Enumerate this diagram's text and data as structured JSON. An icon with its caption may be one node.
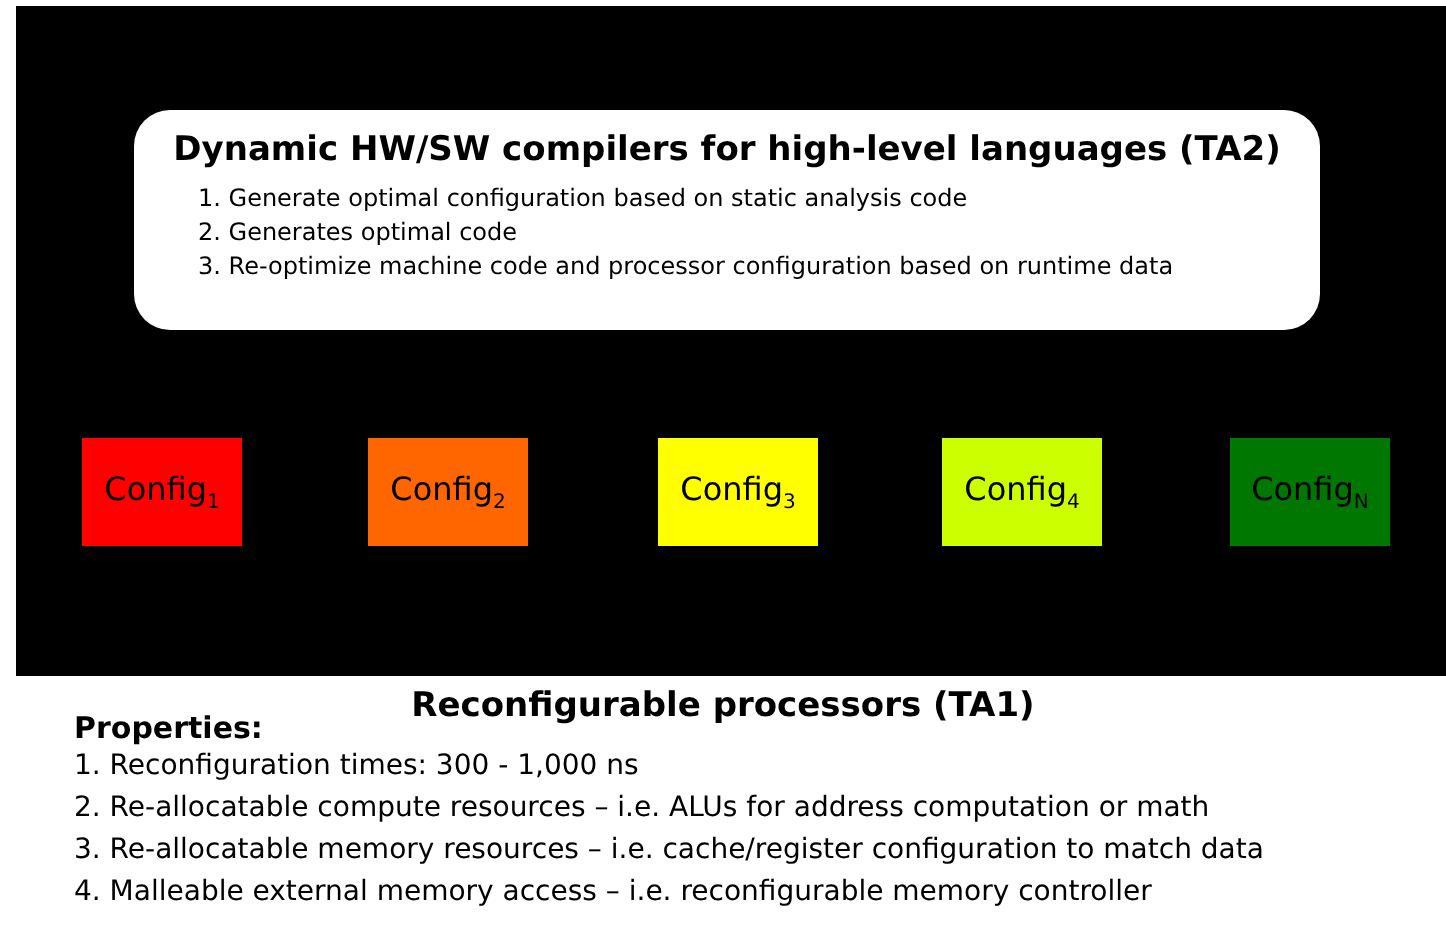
{
  "diagram": {
    "nodes": [
      {
        "text": [
          "Dynamic HW/SW compilers for high-level languages (TA2)",
          "1. Generate optimal configuration based on static analysis code",
          "2. Generates optimal code",
          "3. Re-optimize machine code and processor configuration based on runtime data"
        ]
      },
      {
        "text": [
          "Config$_{1}$"
        ]
      },
      {
        "text": [
          "Config$_{2}$"
        ]
      },
      {
        "text": [
          "Config$_{3}$"
        ]
      },
      {
        "text": [
          "Config$_{4}$"
        ]
      },
      {
        "text": [
          "Config$_{N}$"
        ]
      },
      {
        "text": [
          "Reconfigurable processors (TA1)",
          "Properties:",
          "1. Reconfiguration times: 300 - 1,000 ns",
          "2. Re-allocatable compute resources – i.e. ALUs for address computation or math",
          "3. Re-allocatable memory resources – i.e. cache/register configuration to match data",
          "4. Malleable external memory access – i.e. reconfigurable memory controller"
        ]
      }
    ]
  }
}
